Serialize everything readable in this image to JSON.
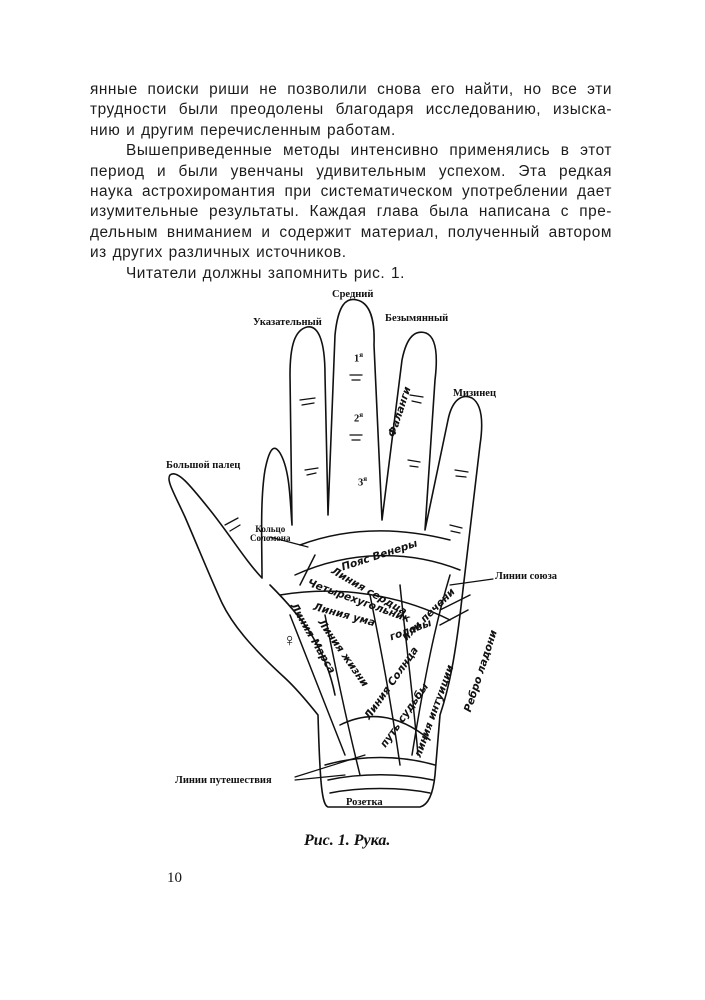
{
  "body_text": {
    "paragraph_1": "янные поиски риши не позволили снова его найти, но все эти трудности были преодолены благодаря исследованию, изыска-нию и другим перечисленным работам.",
    "paragraph_2": "Вышеприведенные методы интенсивно применялись в этот период и были увенчаны удивительным успехом. Эта редкая наука астрохиромантия при систематическом употреблении дает изумительные результаты. Каждая глава была написана с пре-дельным вниманием и содержит материал, полученный автором из других различных источников.",
    "paragraph_3": "Читатели должны запомнить рис. 1."
  },
  "figure": {
    "finger_labels": {
      "middle": "Средний",
      "index": "Указательный",
      "ring": "Безымянный",
      "little": "Мизинец",
      "thumb": "Большой палец"
    },
    "phalanx_numbers": [
      "1",
      "2",
      "3"
    ],
    "phalanx_superscript": "я",
    "phalanges_label": "Фаланги",
    "ring_of_solomon": [
      "Кольцо",
      "Соломона"
    ],
    "venus_belt": "Пояс Венеры",
    "heart_line": "Линия сердца",
    "quadrangle": "Четырехугольник",
    "mind_line": "Линия ума",
    "life_line": "Линия жизни",
    "mars_line": "Линия Марса",
    "head_line": "головы",
    "liver_line": "или печени",
    "sun_line": "Линия Солнца",
    "fate_line": "путь судьбы",
    "intuition_line": "линия интуиции",
    "union_lines": "Линии союза",
    "palm_edge": "Ребро ладони",
    "venus_symbol": "♀",
    "travel_lines": "Линии путешествия",
    "rosette": "Розетка"
  },
  "caption": "Рис. 1. Рука.",
  "page_number": "10"
}
